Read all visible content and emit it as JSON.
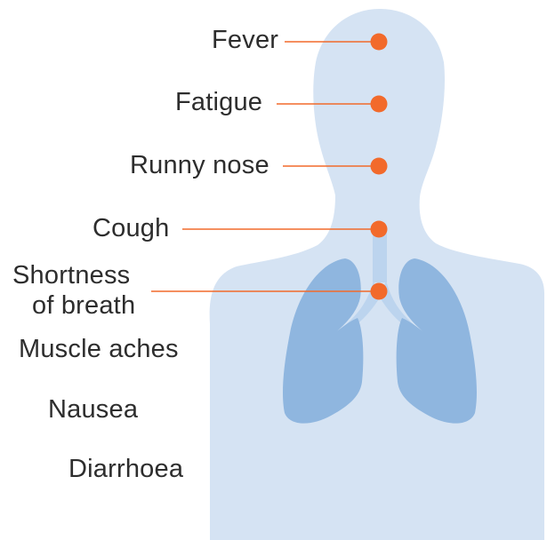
{
  "colors": {
    "body": "#d5e3f3",
    "lungs": "#8fb6df",
    "airway": "#bcd4ee",
    "marker": "#f26a2b",
    "leader_line": "#f26a2b",
    "text": "#2d2d2d"
  },
  "symptoms": {
    "fever": "Fever",
    "fatigue": "Fatigue",
    "runny_nose": "Runny nose",
    "cough": "Cough",
    "shortness_line1": "Shortness",
    "shortness_line2": "of breath",
    "muscle_aches": "Muscle aches",
    "nausea": "Nausea",
    "diarrhoea": "Diarrhoea"
  }
}
